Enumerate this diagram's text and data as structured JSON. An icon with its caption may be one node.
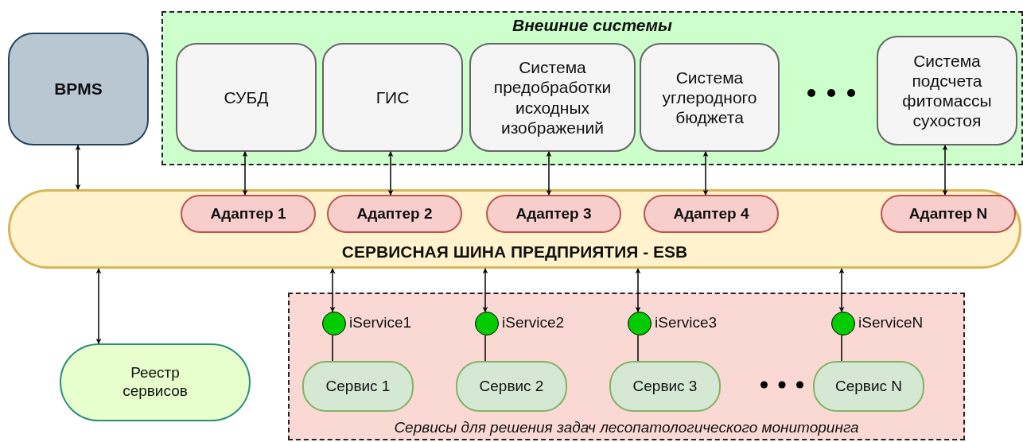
{
  "diagram": {
    "nodes": [
      {
        "text": [
          "BPMS"
        ]
      },
      {
        "text": [
          "Внешние системы"
        ]
      },
      {
        "text": [
          "СУБД"
        ],
        "in": 1
      },
      {
        "text": [
          "ГИС"
        ],
        "in": 1
      },
      {
        "text": [
          "Система предобработки исходных изображений"
        ],
        "in": 1
      },
      {
        "text": [
          "Система углеродного бюджета"
        ],
        "in": 1
      },
      {
        "text": [
          "Система подсчета фитомассы сухостоя"
        ],
        "in": 1
      },
      {
        "text": [
          "СЕРВИСНАЯ ШИНА ПРЕДПРИЯТИЯ - ESB"
        ]
      },
      {
        "text": [
          "Адаптер 1"
        ],
        "in": 7
      },
      {
        "text": [
          "Адаптер 2"
        ],
        "in": 7
      },
      {
        "text": [
          "Адаптер 3"
        ],
        "in": 7
      },
      {
        "text": [
          "Адаптер 4"
        ],
        "in": 7
      },
      {
        "text": [
          "Адаптер N"
        ],
        "in": 7
      },
      {
        "text": [
          "Реестр сервисов"
        ]
      },
      {
        "text": [
          "Сервисы для решения задач лесопатологического мониторинга"
        ]
      },
      {
        "text": [],
        "shape": "circle",
        "in": 14,
        "beside": [
          "iService1"
        ]
      },
      {
        "text": [],
        "shape": "circle",
        "in": 14,
        "beside": [
          "iService2"
        ]
      },
      {
        "text": [],
        "shape": "circle",
        "in": 14,
        "beside": [
          "iService3"
        ]
      },
      {
        "text": [],
        "shape": "circle",
        "in": 14,
        "beside": [
          "iServiceN"
        ]
      },
      {
        "text": [
          "Сервис 1"
        ],
        "in": 14
      },
      {
        "text": [
          "Сервис 2"
        ],
        "in": 14
      },
      {
        "text": [
          "Сервис 3"
        ],
        "in": 14
      },
      {
        "text": [
          "Сервис N"
        ],
        "in": 14
      }
    ],
    "edges": [
      {
        "from": 0,
        "to": 7,
        "arrow": "both"
      },
      {
        "from": 2,
        "to": 8,
        "arrow": "both"
      },
      {
        "from": 3,
        "to": 9,
        "arrow": "both"
      },
      {
        "from": 4,
        "to": 10,
        "arrow": "both"
      },
      {
        "from": 5,
        "to": 11,
        "arrow": "both"
      },
      {
        "from": 6,
        "to": 12,
        "arrow": "both"
      },
      {
        "from": 7,
        "to": 13,
        "arrow": "both"
      },
      {
        "from": 7,
        "to": 15,
        "arrow": "both"
      },
      {
        "from": 7,
        "to": 16,
        "arrow": "both"
      },
      {
        "from": 7,
        "to": 17,
        "arrow": "both"
      },
      {
        "from": 7,
        "to": 18,
        "arrow": "both"
      },
      {
        "from": 15,
        "to": 19,
        "arrow": "none"
      },
      {
        "from": 16,
        "to": 20,
        "arrow": "none"
      },
      {
        "from": 17,
        "to": 21,
        "arrow": "none"
      },
      {
        "from": 18,
        "to": 22,
        "arrow": "none"
      }
    ]
  }
}
